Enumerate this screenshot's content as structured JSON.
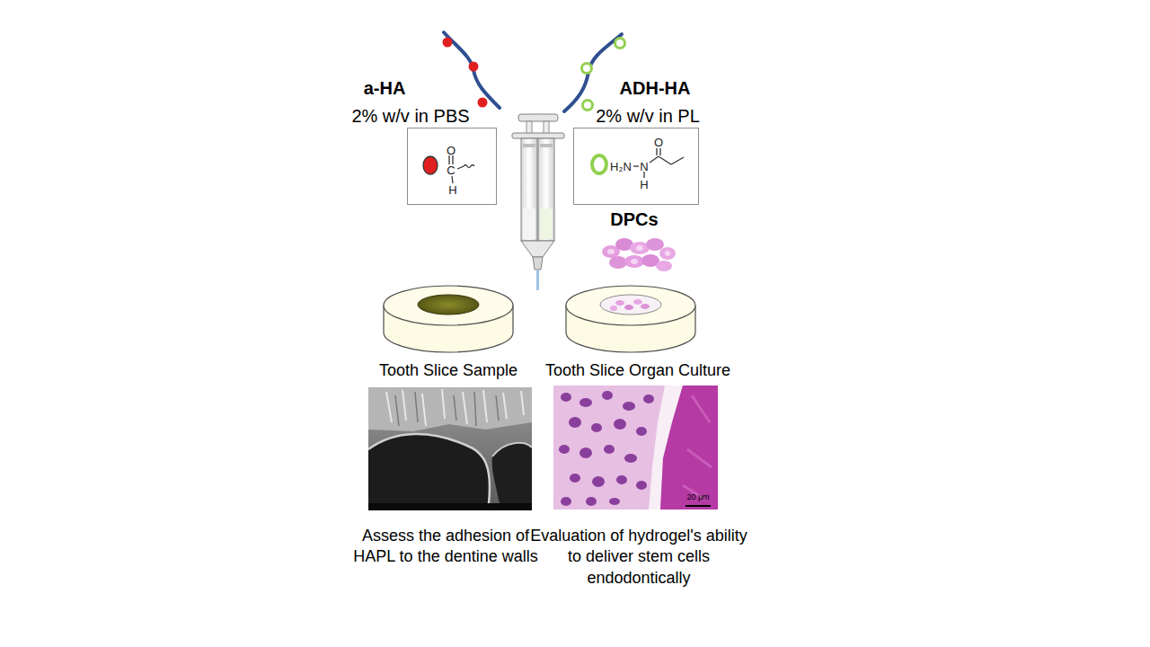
{
  "diagram": {
    "nodes": [
      {
        "text": [
          "O",
          "C",
          "H"
        ]
      },
      {
        "text": [
          "O",
          "H₂N",
          "N",
          "H"
        ]
      }
    ],
    "labels": [
      "a-HA",
      "2% w/v in PBS",
      "ADH-HA",
      "2% w/v in PL",
      "DPCs",
      "Tooth Slice Sample",
      "Tooth Slice Organ Culture",
      "20 μm",
      "Assess the adhesion of HAPL to the dentine walls",
      "Evaluation of hydrogel's ability to deliver stem cells endodontically"
    ]
  }
}
